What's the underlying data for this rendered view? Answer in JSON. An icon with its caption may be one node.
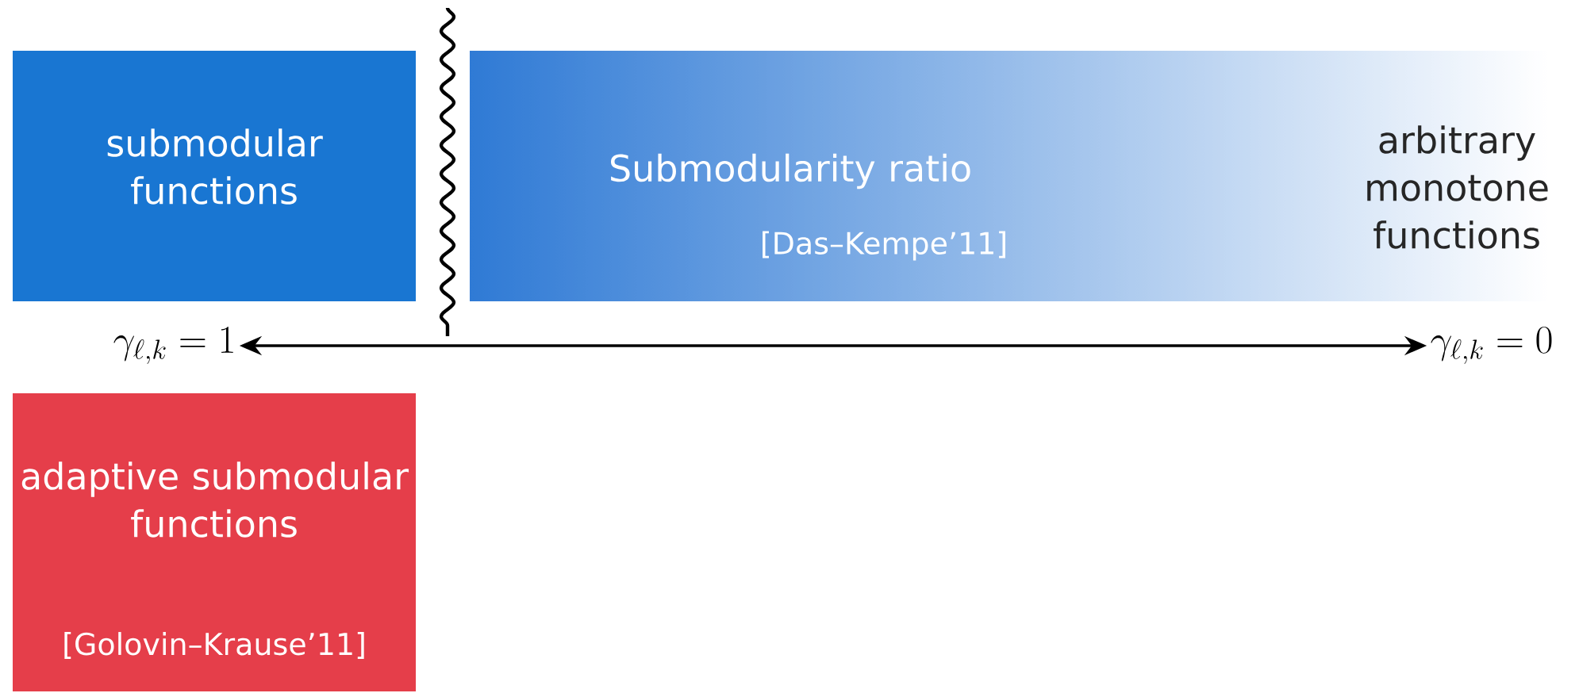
{
  "diagram": {
    "nodes": [
      {
        "text": [
          "submodular functions"
        ]
      },
      {
        "text": [
          "Submodularity ratio",
          "[Das–Kempe’11]",
          "arbitrary monotone functions"
        ]
      },
      {
        "text": [
          "adaptive submodular functions",
          "[Golovin–Krause’11]"
        ]
      },
      {
        "text": [
          "\\gamma_{\\ell,k} = 1"
        ]
      },
      {
        "text": [
          "\\gamma_{\\ell,k} = 0"
        ]
      }
    ],
    "edges": [
      {
        "from": 3,
        "to": 4,
        "arrow": "both"
      }
    ]
  }
}
